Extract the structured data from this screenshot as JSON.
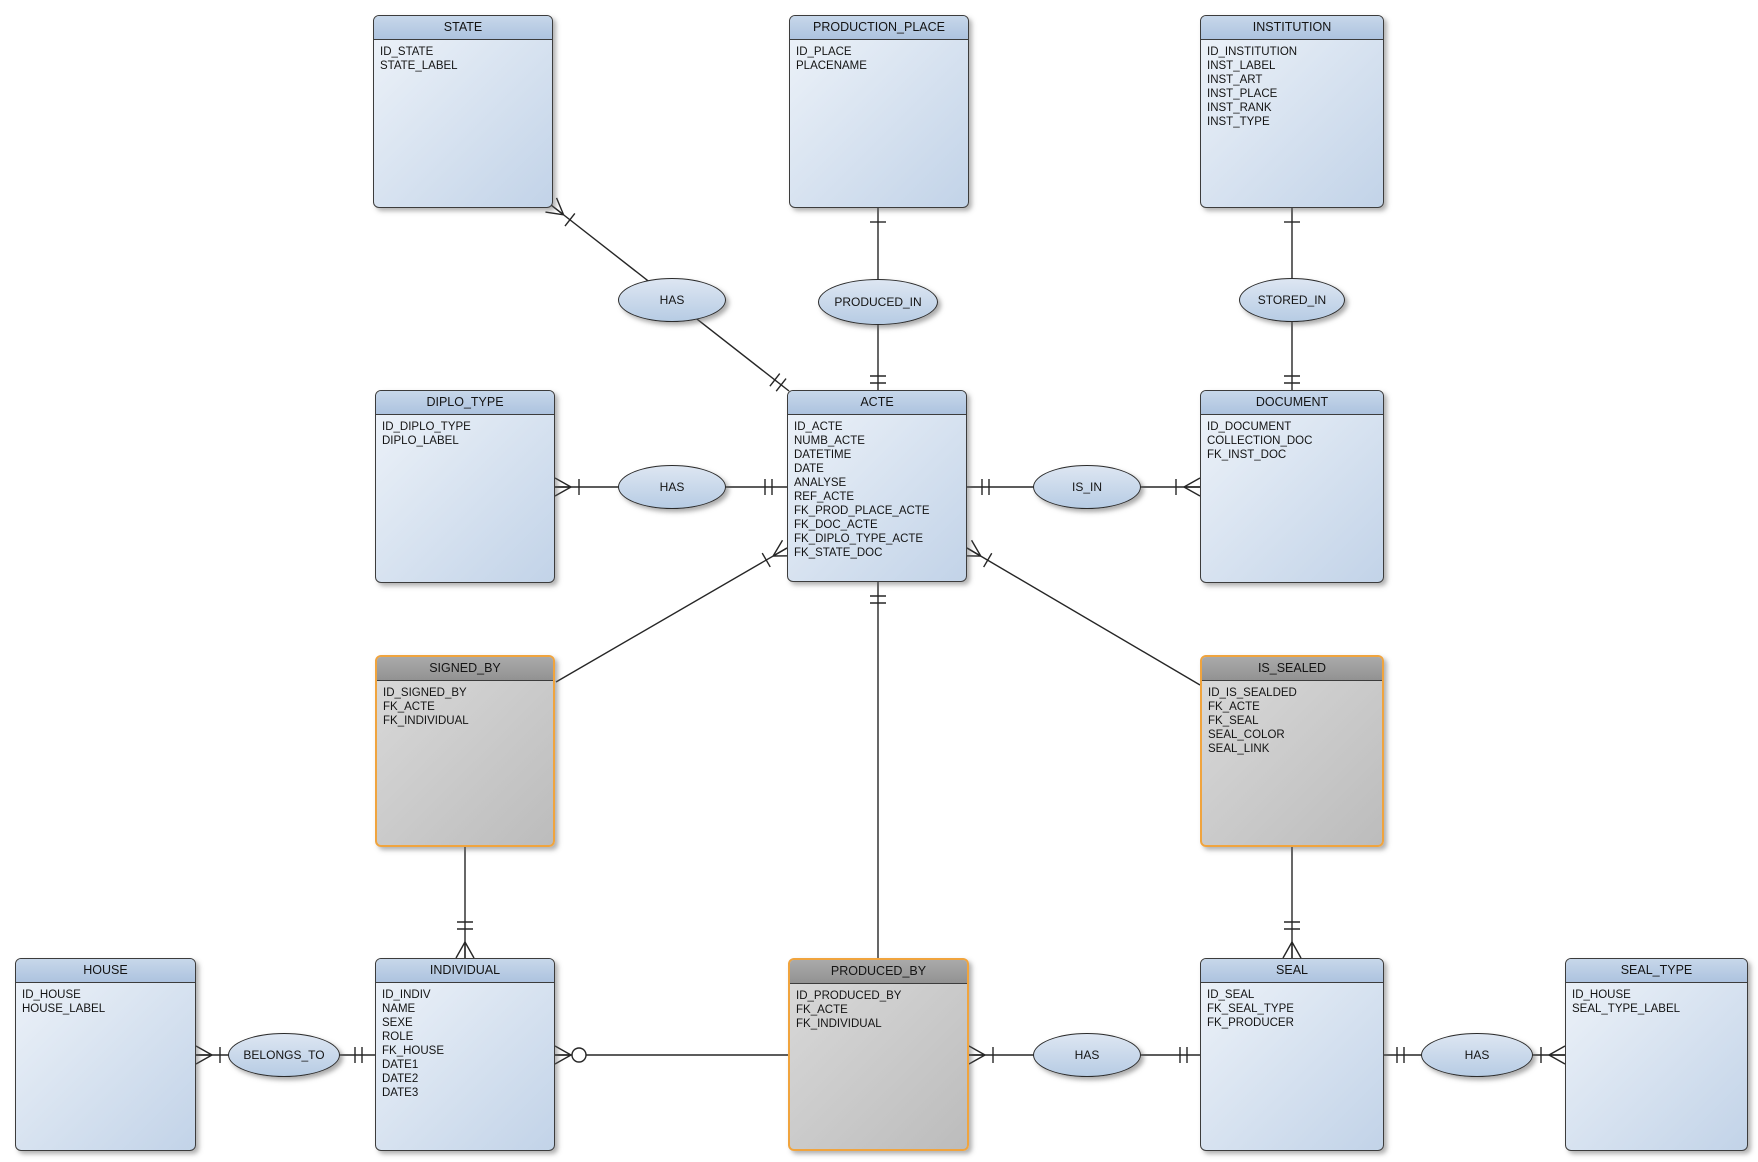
{
  "diagram": {
    "type": "entity-relationship-diagram",
    "colors": {
      "background": "#ffffff",
      "entity_header": "#b9cde5",
      "entity_body": "#d4e0ef",
      "entity_border": "#3c3c3c",
      "junction_header": "#9d9d9d",
      "junction_body": "#c5c5c5",
      "junction_border": "#f0a43e",
      "relationship_fill": "#c9d8ea",
      "line": "#262626"
    },
    "entities": [
      {
        "title": "STATE",
        "kind": "entity",
        "attributes": [
          "ID_STATE",
          "STATE_LABEL"
        ]
      },
      {
        "title": "PRODUCTION_PLACE",
        "kind": "entity",
        "attributes": [
          "ID_PLACE",
          "PLACENAME"
        ]
      },
      {
        "title": "INSTITUTION",
        "kind": "entity",
        "attributes": [
          "ID_INSTITUTION",
          "INST_LABEL",
          "INST_ART",
          "INST_PLACE",
          "INST_RANK",
          "INST_TYPE"
        ]
      },
      {
        "title": "DIPLO_TYPE",
        "kind": "entity",
        "attributes": [
          "ID_DIPLO_TYPE",
          "DIPLO_LABEL"
        ]
      },
      {
        "title": "ACTE",
        "kind": "entity",
        "attributes": [
          "ID_ACTE",
          "NUMB_ACTE",
          "DATETIME",
          "DATE",
          "ANALYSE",
          "REF_ACTE",
          "FK_PROD_PLACE_ACTE",
          "FK_DOC_ACTE",
          "FK_DIPLO_TYPE_ACTE",
          "FK_STATE_DOC"
        ]
      },
      {
        "title": "DOCUMENT",
        "kind": "entity",
        "attributes": [
          "ID_DOCUMENT",
          "COLLECTION_DOC",
          "FK_INST_DOC"
        ]
      },
      {
        "title": "SIGNED_BY",
        "kind": "junction",
        "attributes": [
          "ID_SIGNED_BY",
          "FK_ACTE",
          "FK_INDIVIDUAL"
        ]
      },
      {
        "title": "IS_SEALED",
        "kind": "junction",
        "attributes": [
          "ID_IS_SEALDED",
          "FK_ACTE",
          "FK_SEAL",
          "SEAL_COLOR",
          "SEAL_LINK"
        ]
      },
      {
        "title": "HOUSE",
        "kind": "entity",
        "attributes": [
          "ID_HOUSE",
          "HOUSE_LABEL"
        ]
      },
      {
        "title": "INDIVIDUAL",
        "kind": "entity",
        "attributes": [
          "ID_INDIV",
          "NAME",
          "SEXE",
          "ROLE",
          "FK_HOUSE",
          "DATE1",
          "DATE2",
          "DATE3"
        ]
      },
      {
        "title": "PRODUCED_BY",
        "kind": "junction",
        "attributes": [
          "ID_PRODUCED_BY",
          "FK_ACTE",
          "FK_INDIVIDUAL"
        ]
      },
      {
        "title": "SEAL",
        "kind": "entity",
        "attributes": [
          "ID_SEAL",
          "FK_SEAL_TYPE",
          "FK_PRODUCER"
        ]
      },
      {
        "title": "SEAL_TYPE",
        "kind": "entity",
        "attributes": [
          "ID_HOUSE",
          "SEAL_TYPE_LABEL"
        ]
      }
    ],
    "relationships": [
      {
        "label": "HAS",
        "between": [
          "STATE",
          "ACTE"
        ]
      },
      {
        "label": "PRODUCED_IN",
        "between": [
          "PRODUCTION_PLACE",
          "ACTE"
        ]
      },
      {
        "label": "STORED_IN",
        "between": [
          "INSTITUTION",
          "DOCUMENT"
        ]
      },
      {
        "label": "HAS",
        "between": [
          "DIPLO_TYPE",
          "ACTE"
        ]
      },
      {
        "label": "IS_IN",
        "between": [
          "ACTE",
          "DOCUMENT"
        ]
      },
      {
        "label": "BELONGS_TO",
        "between": [
          "HOUSE",
          "INDIVIDUAL"
        ]
      },
      {
        "label": "HAS",
        "between": [
          "PRODUCED_BY",
          "SEAL"
        ]
      },
      {
        "label": "HAS",
        "between": [
          "SEAL",
          "SEAL_TYPE"
        ]
      }
    ],
    "connectors": [
      {
        "from": "STATE",
        "to": "ACTE",
        "via": "HAS",
        "from_marker": "crow-foot-bar",
        "to_marker": "double-bar"
      },
      {
        "from": "PRODUCTION_PLACE",
        "to": "ACTE",
        "via": "PRODUCED_IN",
        "from_marker": "single-bar",
        "to_marker": "double-bar"
      },
      {
        "from": "INSTITUTION",
        "to": "DOCUMENT",
        "via": "STORED_IN",
        "from_marker": "single-bar",
        "to_marker": "double-bar"
      },
      {
        "from": "DIPLO_TYPE",
        "to": "ACTE",
        "via": "HAS",
        "from_marker": "crow-foot-bar",
        "to_marker": "double-bar"
      },
      {
        "from": "ACTE",
        "to": "DOCUMENT",
        "via": "IS_IN",
        "from_marker": "double-bar",
        "to_marker": "crow-foot-bar"
      },
      {
        "from": "SIGNED_BY",
        "to": "ACTE",
        "via": null,
        "from_marker": "plain",
        "to_marker": "crow-foot-bar"
      },
      {
        "from": "IS_SEALED",
        "to": "ACTE",
        "via": null,
        "from_marker": "plain",
        "to_marker": "crow-foot-bar"
      },
      {
        "from": "SIGNED_BY",
        "to": "INDIVIDUAL",
        "via": null,
        "from_marker": "plain",
        "to_marker": "double-bar-crow-foot"
      },
      {
        "from": "IS_SEALED",
        "to": "SEAL",
        "via": null,
        "from_marker": "plain",
        "to_marker": "double-bar-crow-foot"
      },
      {
        "from": "ACTE",
        "to": "PRODUCED_BY",
        "via": null,
        "from_marker": "double-bar",
        "to_marker": "plain"
      },
      {
        "from": "HOUSE",
        "to": "INDIVIDUAL",
        "via": "BELONGS_TO",
        "from_marker": "crow-foot-bar",
        "to_marker": "double-bar"
      },
      {
        "from": "INDIVIDUAL",
        "to": "PRODUCED_BY",
        "via": null,
        "from_marker": "crow-foot-circle",
        "to_marker": "plain"
      },
      {
        "from": "PRODUCED_BY",
        "to": "SEAL",
        "via": "HAS",
        "from_marker": "crow-foot-bar",
        "to_marker": "double-bar"
      },
      {
        "from": "SEAL",
        "to": "SEAL_TYPE",
        "via": "HAS",
        "from_marker": "double-bar",
        "to_marker": "crow-foot-bar"
      }
    ]
  }
}
